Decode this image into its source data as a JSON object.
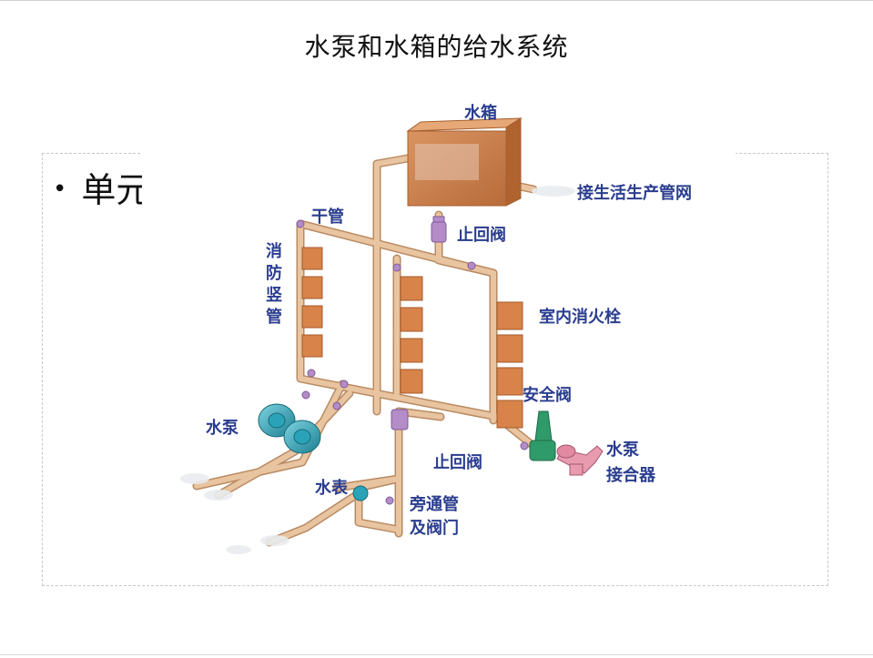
{
  "title": "水泵和水箱的给水系统",
  "bullet_text": "单元",
  "colors": {
    "pipe": "#dfb38c",
    "pipe_edge": "#b98a62",
    "tank": "#cf8752",
    "cabinet": "#d7834a",
    "valve": "#b48cc8",
    "pump": "#2aa3b8",
    "safety_valve": "#2f9a6a",
    "label": "#2a3d8f"
  },
  "labels": {
    "tank": "水箱",
    "supply_network": "接生活生产管网",
    "main_pipe": "干管",
    "riser": [
      "消",
      "防",
      "竖",
      "管"
    ],
    "check_valve_top": "止回阀",
    "hydrant": "室内消火栓",
    "safety_valve": "安全阀",
    "pump": "水泵",
    "check_valve_bottom": "止回阀",
    "adapter": [
      "水泵",
      "接合器"
    ],
    "meter": "水表",
    "bypass": [
      "旁通管",
      "及阀门"
    ]
  }
}
